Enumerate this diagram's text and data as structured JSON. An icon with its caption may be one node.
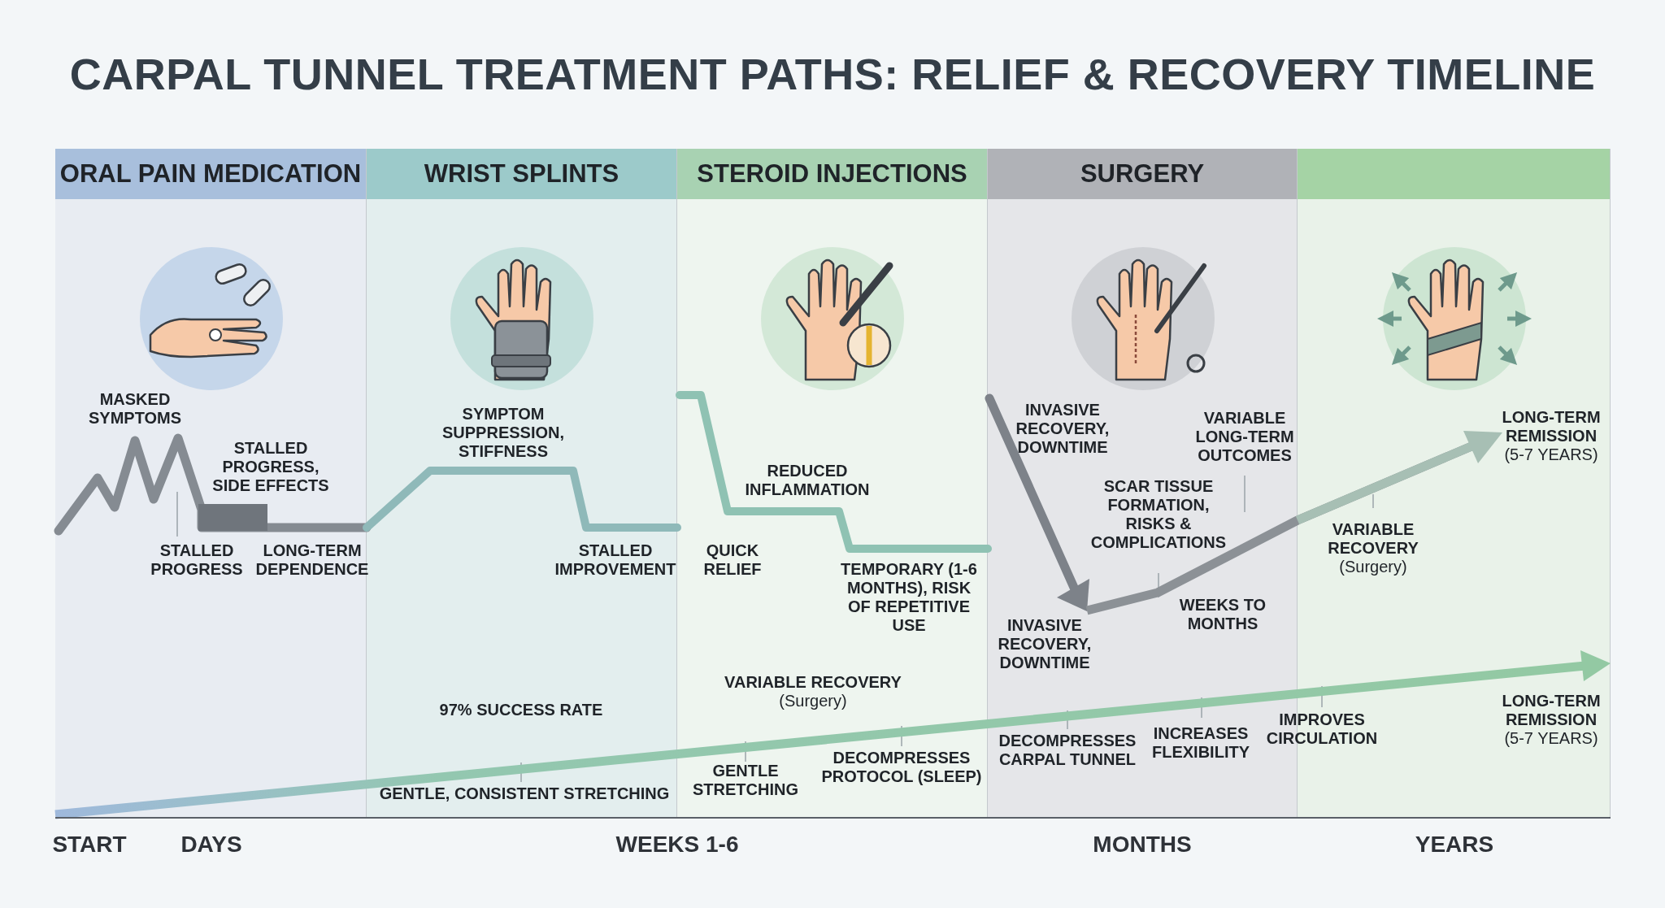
{
  "diagram": {
    "title": "CARPAL TUNNEL TREATMENT PATHS: RELIEF & RECOVERY TIMELINE",
    "nodes": [
      {
        "text": [
          "ORAL PAIN MEDICATION"
        ]
      },
      {
        "text": [
          "WRIST SPLINTS"
        ]
      },
      {
        "text": [
          "STEROID INJECTIONS"
        ]
      },
      {
        "text": [
          "SURGERY"
        ]
      },
      {
        "text": [],
        "shape": "box"
      }
    ],
    "labels": [
      "MASKED SYMPTOMS",
      "STALLED PROGRESS, SIDE EFFECTS",
      "STALLED PROGRESS",
      "LONG-TERM DEPENDENCE",
      "SYMPTOM SUPPRESSION, STIFFNESS",
      "STALLED IMPROVEMENT",
      "REDUCED INFLAMMATION",
      "QUICK RELIEF",
      "TEMPORARY (1-6 MONTHS), RISK OF REPETITIVE USE",
      "INVASIVE RECOVERY, DOWNTIME",
      "VARIABLE LONG-TERM OUTCOMES",
      "SCAR TISSUE FORMATION, RISKS & COMPLICATIONS",
      "WEEKS TO MONTHS",
      "INVASIVE RECOVERY, DOWNTIME",
      "**LONG-TERM REMISSION** (5-7 YEARS)",
      "**VARIABLE RECOVERY** (Surgery)",
      "97% SUCCESS RATE",
      "**VARIABLE RECOVERY** (Surgery)",
      "GENTLE, CONSISTENT STRETCHING",
      "GENTLE STRETCHING",
      "DECOMPRESSES PROTOCOL (SLEEP)",
      "DECOMPRESSES CARPAL TUNNEL",
      "INCREASES FLEXIBILITY",
      "IMPROVES CIRCULATION",
      "**LONG-TERM REMISSION** (5-7 YEARS)",
      "START",
      "DAYS",
      "WEEKS 1-6",
      "MONTHS",
      "YEARS"
    ]
  }
}
